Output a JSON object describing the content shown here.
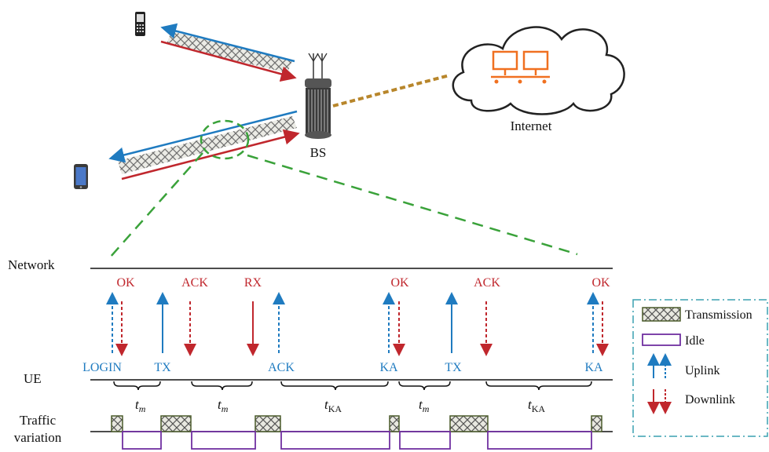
{
  "labels": {
    "bs": "BS",
    "internet": "Internet",
    "network": "Network",
    "ue": "UE",
    "traffic_line1": "Traffic",
    "traffic_line2": "variation"
  },
  "signals": {
    "ok1": "OK",
    "ack_down1": "ACK",
    "rx": "RX",
    "ok2": "OK",
    "ack_down2": "ACK",
    "ok3": "OK",
    "login": "LOGIN",
    "tx1": "TX",
    "ack_up": "ACK",
    "ka1": "KA",
    "tx2": "TX",
    "ka2": "KA"
  },
  "intervals": {
    "t1": "t",
    "t1_sub": "m",
    "t2": "t",
    "t2_sub": "m",
    "t3": "t",
    "t3_sub": "KA",
    "t4": "t",
    "t4_sub": "m",
    "t5": "t",
    "t5_sub": "KA"
  },
  "legend": {
    "transmission": "Transmission",
    "idle": "Idle",
    "uplink": "Uplink",
    "downlink": "Downlink"
  },
  "colors": {
    "uplink": "#1f7bc0",
    "downlink": "#c0272d",
    "idle": "#7030a0",
    "transmission": "#4a5a2a",
    "dash_green": "#3aa23a",
    "cable": "#b8862b",
    "computer": "#f07020"
  }
}
